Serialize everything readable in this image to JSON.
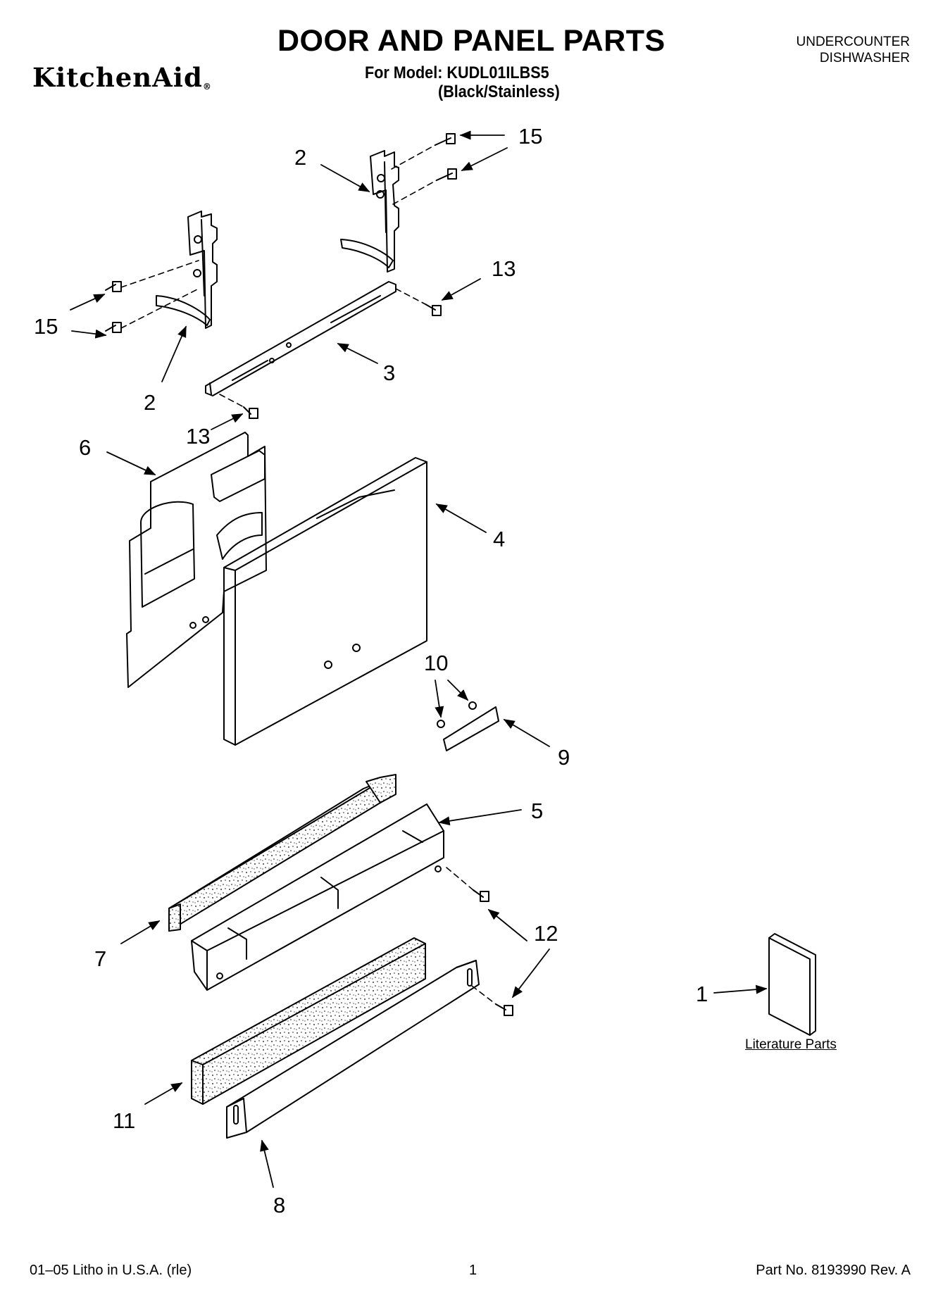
{
  "header": {
    "brand": "KitchenAid",
    "brand_mark": "®",
    "title": "DOOR AND PANEL PARTS",
    "model_line": "For Model: KUDL01ILBS5",
    "variant": "(Black/Stainless)",
    "category_line1": "UNDERCOUNTER",
    "category_line2": "DISHWASHER"
  },
  "callouts": [
    {
      "id": "c15a",
      "label": "15"
    },
    {
      "id": "c2a",
      "label": "2"
    },
    {
      "id": "c13a",
      "label": "13"
    },
    {
      "id": "c15b",
      "label": "15"
    },
    {
      "id": "c2b",
      "label": "2"
    },
    {
      "id": "c3",
      "label": "3"
    },
    {
      "id": "c13b",
      "label": "13"
    },
    {
      "id": "c6",
      "label": "6"
    },
    {
      "id": "c4",
      "label": "4"
    },
    {
      "id": "c10",
      "label": "10"
    },
    {
      "id": "c9",
      "label": "9"
    },
    {
      "id": "c5",
      "label": "5"
    },
    {
      "id": "c12",
      "label": "12"
    },
    {
      "id": "c7",
      "label": "7"
    },
    {
      "id": "c1",
      "label": "1"
    },
    {
      "id": "c11",
      "label": "11"
    },
    {
      "id": "c8",
      "label": "8"
    }
  ],
  "literature_label": "Literature Parts",
  "footer": {
    "left": "01–05 Litho in U.S.A. (rle)",
    "center": "1",
    "right": "Part No. 8193990 Rev. A"
  }
}
